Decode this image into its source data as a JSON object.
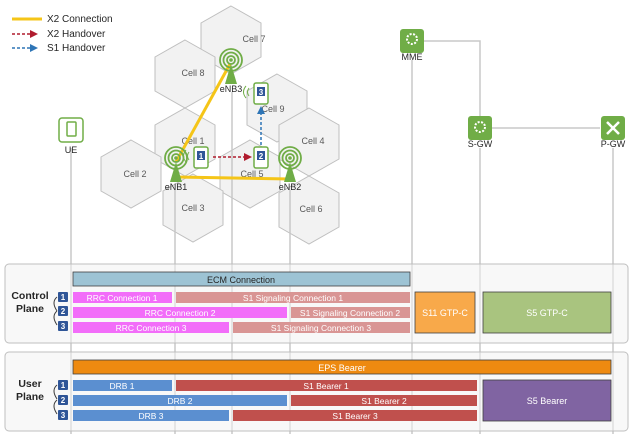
{
  "legend": {
    "x2_connection": "X2 Connection",
    "x2_handover": "X2 Handover",
    "s1_handover": "S1 Handover"
  },
  "cells": [
    "Cell 7",
    "Cell 8",
    "Cell 9",
    "Cell 1",
    "Cell 2",
    "Cell 4",
    "Cell 5",
    "Cell 3",
    "Cell 6"
  ],
  "enodebs": {
    "enb1": "eNB1",
    "enb2": "eNB2",
    "enb3": "eNB3"
  },
  "ue_positions": {
    "p1": "1",
    "p2": "2",
    "p3": "3"
  },
  "nodes": {
    "ue": "UE",
    "mme": "MME",
    "sgw": "S-GW",
    "pgw": "P-GW"
  },
  "control_plane": {
    "label_line1": "Control",
    "label_line2": "Plane",
    "ecm": "ECM Connection",
    "rrc": [
      "RRC Connection 1",
      "RRC Connection 2",
      "RRC Connection 3"
    ],
    "s1sig": [
      "S1 Signaling Connection 1",
      "S1 Signaling Connection 2",
      "S1 Signaling Connection 3"
    ],
    "s11": "S11 GTP-C",
    "s5": "S5 GTP-C",
    "steps": [
      "1",
      "2",
      "3"
    ]
  },
  "user_plane": {
    "label_line1": "User",
    "label_line2": "Plane",
    "eps": "EPS Bearer",
    "drb": [
      "DRB 1",
      "DRB 2",
      "DRB 3"
    ],
    "s1b": [
      "S1 Bearer 1",
      "S1 Bearer 2",
      "S1 Bearer 3"
    ],
    "s5b": "S5 Bearer",
    "steps": [
      "1",
      "2",
      "3"
    ]
  },
  "colors": {
    "x2": "#f5c518",
    "x2_handover": "#b01c2e",
    "s1_handover": "#2e75b6",
    "node_green": "#70ad47",
    "ecm": "#9dc3d4",
    "rrc": "#f26df9",
    "s1sig": "#d99594",
    "s11": "#f8a94a",
    "s5gtpc": "#a9c47f",
    "eps": "#ee8a10",
    "drb": "#5b8fd0",
    "s1bearer": "#c0504d",
    "s5bearer": "#8064a2",
    "badge": "#2f5597"
  }
}
